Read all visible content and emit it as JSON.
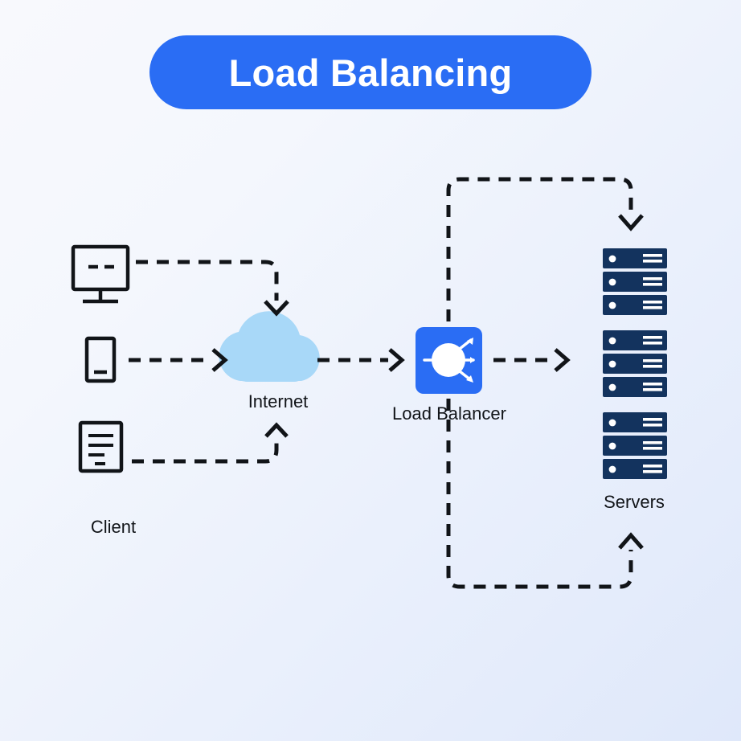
{
  "title": {
    "text": "Load Balancing",
    "pill_color": "#2a6df4",
    "text_color": "#ffffff"
  },
  "theme": {
    "background_from": "#f8f9fd",
    "background_to": "#dfe8fa",
    "stroke": "#111418",
    "cloud_color": "#a8d8f8",
    "server_color": "#13335e",
    "accent_blue": "#2a6df4"
  },
  "nodes": {
    "client": {
      "label": "Client",
      "devices": [
        {
          "name": "desktop-monitor-icon"
        },
        {
          "name": "mobile-phone-icon"
        },
        {
          "name": "document-icon"
        }
      ]
    },
    "internet": {
      "label": "Internet",
      "icon": "cloud-icon"
    },
    "load_balancer": {
      "label": "Load Balancer",
      "icon": "load-balancer-icon"
    },
    "servers": {
      "label": "Servers",
      "icon": "server-rack-icon",
      "group_count": 3,
      "units_per_group": 3
    }
  },
  "connections": [
    {
      "name": "monitor-to-internet",
      "from": "desktop-monitor-icon",
      "to": "cloud-icon",
      "style": "dashed",
      "arrow": "down"
    },
    {
      "name": "phone-to-internet",
      "from": "mobile-phone-icon",
      "to": "cloud-icon",
      "style": "dashed",
      "arrow": "right"
    },
    {
      "name": "document-to-internet",
      "from": "document-icon",
      "to": "cloud-icon",
      "style": "dashed",
      "arrow": "up"
    },
    {
      "name": "internet-to-load-balancer",
      "from": "cloud-icon",
      "to": "load-balancer-icon",
      "style": "dashed",
      "arrow": "right"
    },
    {
      "name": "load-balancer-to-servers",
      "from": "load-balancer-icon",
      "to": "server-rack-icon",
      "style": "dashed",
      "arrow": "right"
    },
    {
      "name": "load-balancer-top-loop-to-servers",
      "from": "load-balancer-icon",
      "to": "server-rack-icon",
      "style": "dashed",
      "arrow": "down"
    },
    {
      "name": "load-balancer-bottom-loop-to-servers",
      "from": "load-balancer-icon",
      "to": "server-rack-icon",
      "style": "dashed",
      "arrow": "up"
    }
  ]
}
